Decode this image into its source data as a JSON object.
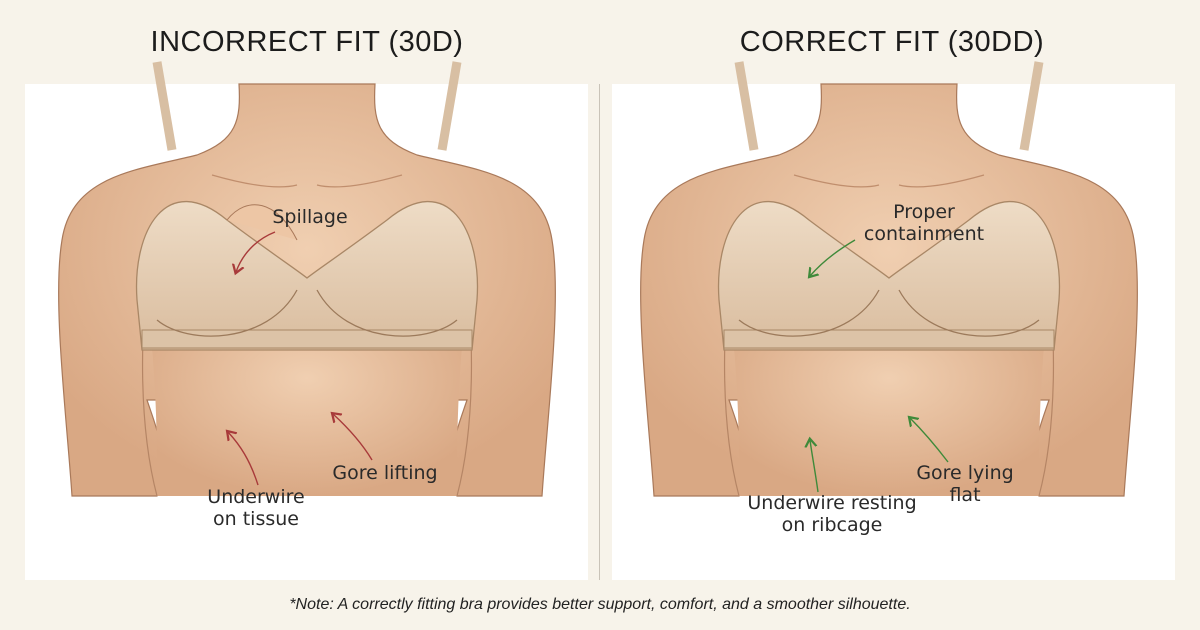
{
  "left": {
    "title": "INCORRECT FIT (30D)",
    "labels": {
      "spillage": "Spillage",
      "underwire_1": "Underwire",
      "underwire_2": "on tissue",
      "gore": "Gore lifting"
    },
    "arrow_color": "#a83a3a"
  },
  "right": {
    "title": "CORRECT FIT (30DD)",
    "labels": {
      "containment_1": "Proper",
      "containment_2": "containment",
      "underwire_1": "Underwire resting",
      "underwire_2": "on ribcage",
      "gore_1": "Gore lying",
      "gore_2": "flat"
    },
    "arrow_color": "#3f8a3a"
  },
  "note": "*Note: A correctly fitting bra provides better support, comfort, and a smoother silhouette.",
  "colors": {
    "skin": "#e8bf9c",
    "bra": "#e6cdb2",
    "background": "#f7f3ea"
  }
}
